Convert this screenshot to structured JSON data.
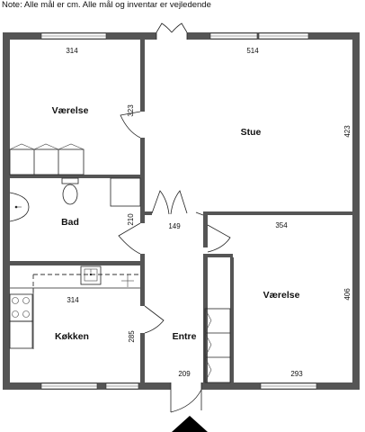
{
  "note": "Note: Alle mål er cm. Alle mål og inventar er vejledende",
  "rooms": {
    "vaerelse_top": "Værelse",
    "stue": "Stue",
    "bad": "Bad",
    "vaerelse_right": "Værelse",
    "kokken": "Køkken",
    "entre": "Entre"
  },
  "dimensions": {
    "vaerelse_top_width": "314",
    "vaerelse_top_depth": "323",
    "stue_width": "514",
    "stue_depth": "423",
    "bad_depth": "210",
    "hall_width": "149",
    "vaerelse_right_width": "354",
    "vaerelse_right_depth": "406",
    "vaerelse_right_bottom": "293",
    "kokken_width": "314",
    "kokken_depth": "285",
    "entre_width": "209"
  },
  "colors": {
    "wall": "#555555",
    "window": "#ffffff",
    "entrance_marker": "#000000"
  }
}
